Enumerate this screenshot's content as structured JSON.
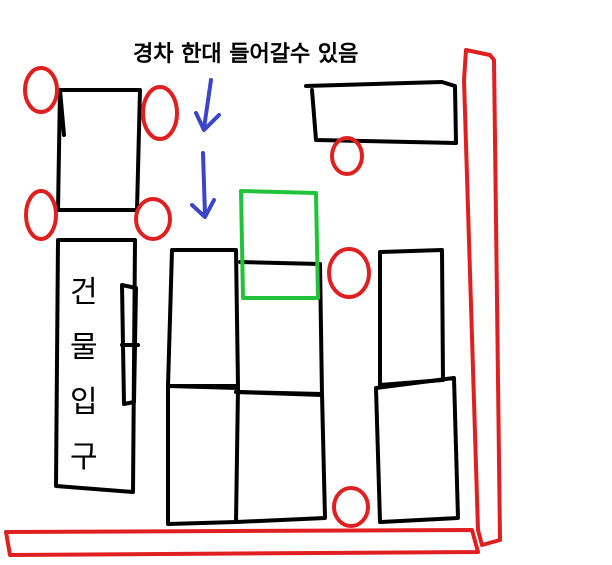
{
  "caption": "경차 한대 들어갈수 있음",
  "entrance_label": [
    "건",
    "물",
    "입",
    "구"
  ],
  "colors": {
    "background": "#ffffff",
    "outline": "#000000",
    "boundary": "#e02020",
    "highlight": "#22c33a",
    "arrow": "#3a45c8"
  }
}
